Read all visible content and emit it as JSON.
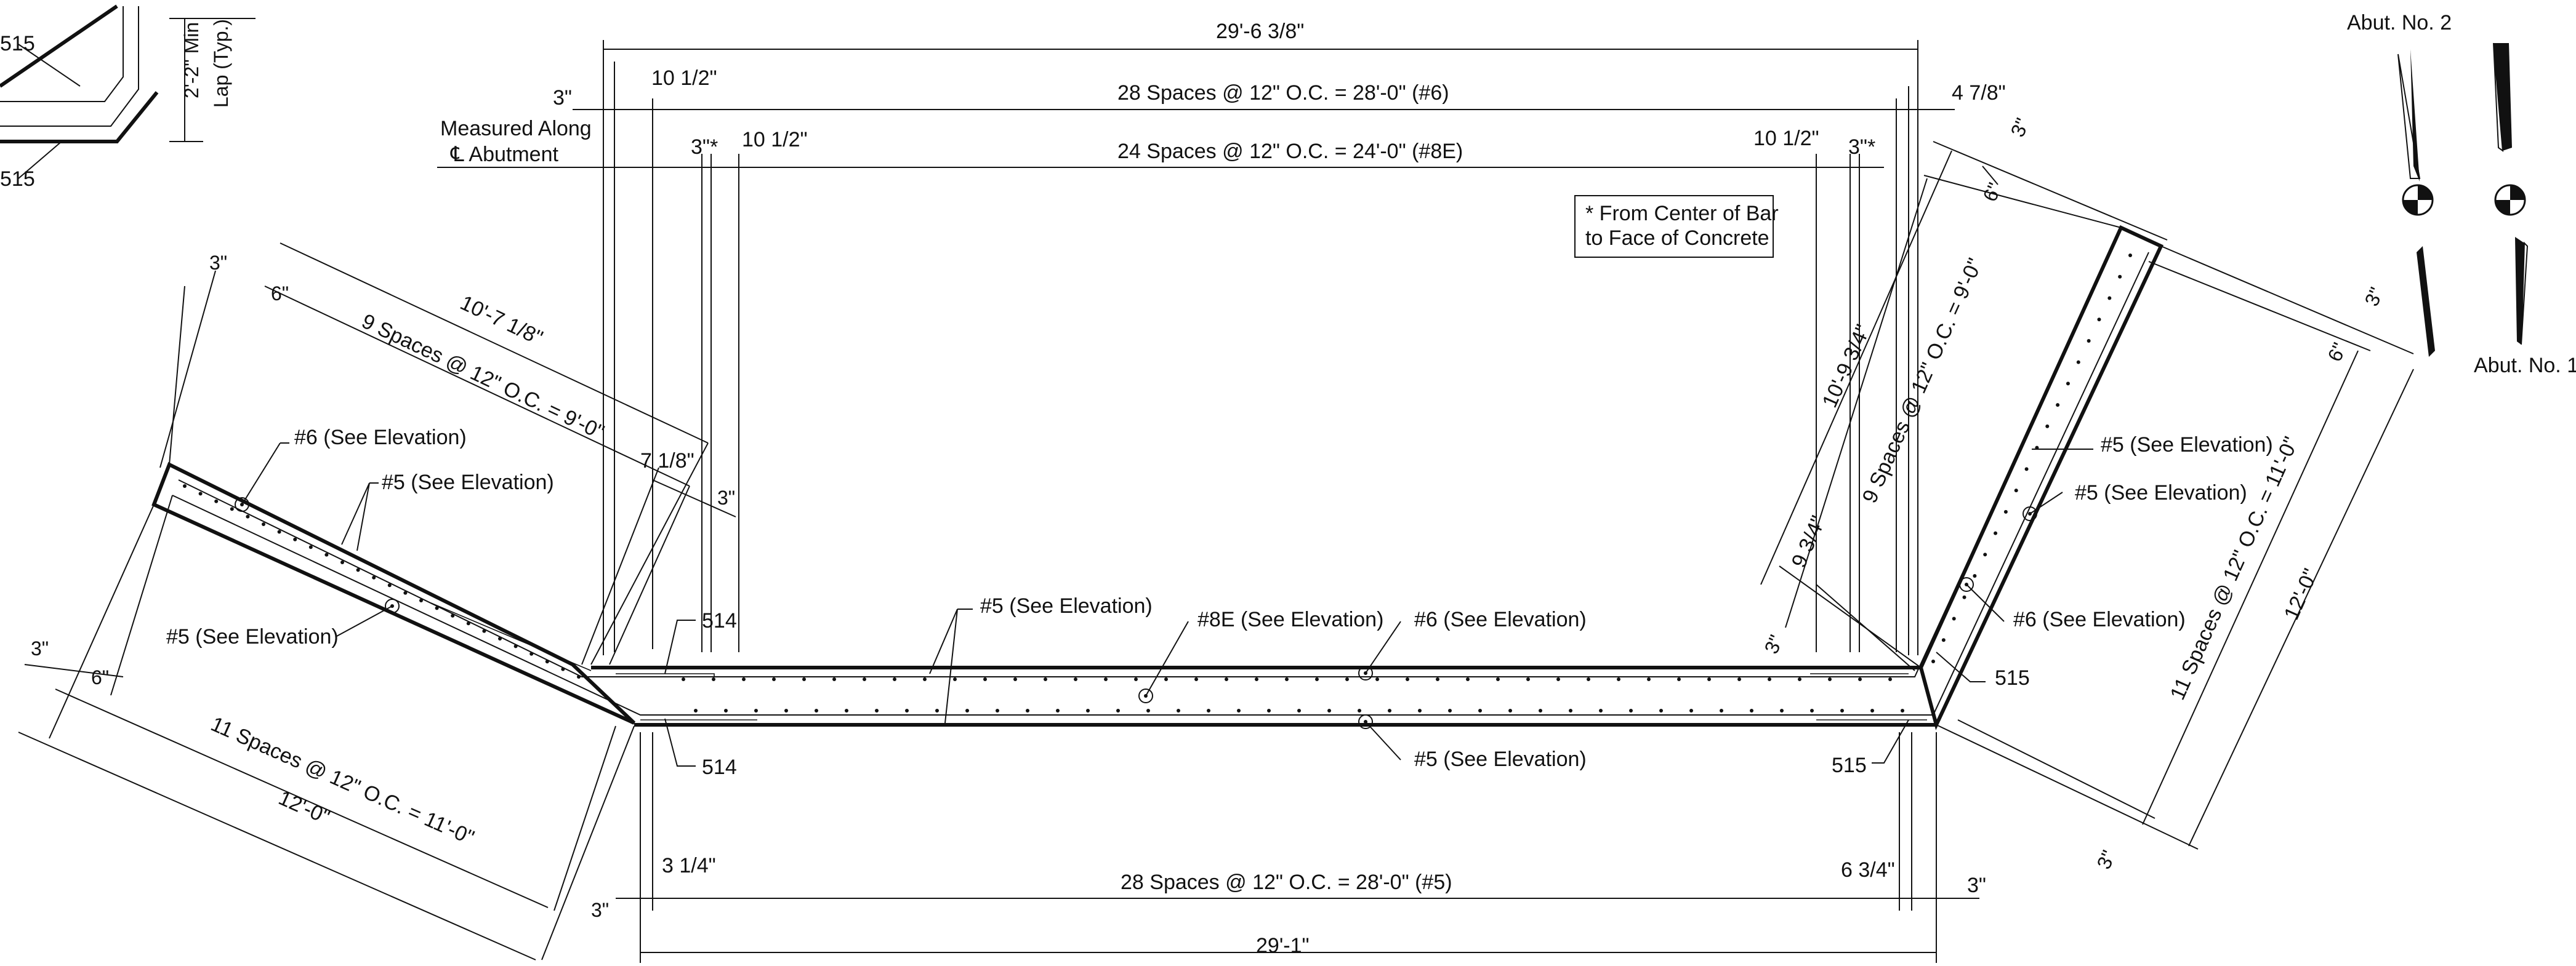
{
  "dimensions": {
    "overall_top": "29'-6 3/8\"",
    "three_top_left": "3\"",
    "ten_half_top": "10 1/2\"",
    "spaces_6": "28 Spaces @ 12\" O.C. = 28'-0\" (#6)",
    "four_7_8": "4 7/8\"",
    "measured_along_1": "Measured Along",
    "measured_along_2": "℄ Abutment",
    "three_star_left": "3\"*",
    "ten_half_left2": "10 1/2\"",
    "spaces_8e": "24 Spaces @ 12\" O.C. = 24'-0\" (#8E)",
    "ten_half_right": "10 1/2\"",
    "three_star_right": "3\"*",
    "three_right_top": "3\"",
    "six_right_top": "6\"",
    "left_three_top": "3\"",
    "left_six_top": "6\"",
    "left_len_top": "10'-7 1/8\"",
    "left_spaces_9": "9 Spaces @ 12\" O.C. = 9'-0\"",
    "left_7_1_8": "7 1/8\"",
    "left_3_mid": "3\"",
    "right_len_top": "10'-9 3/4\"",
    "right_spaces_9": "9 Spaces @ 12\" O.C. = 9'-0\"",
    "right_9_3_4": "9 3/4\"",
    "right_3_low": "3\"",
    "right_3_wing": "3\"",
    "right_6_wing": "6\"",
    "right_spaces_11": "11 Spaces @ 12\" O.C. = 11'-0\"",
    "right_len_12": "12'-0\"",
    "right_3_bottom": "3\"",
    "left_3_bottom_a": "3\"",
    "left_6_bottom": "6\"",
    "left_spaces_11": "11 Spaces @ 12\" O.C. = 11'-0\"",
    "left_len_12": "12'-0\"",
    "left_3_bottom_b": "3\"",
    "three_quarter_left": "3 1/4\"",
    "spaces_5": "28 Spaces @ 12\" O.C. = 28'-0\" (#5)",
    "six_3_4": "6 3/4\"",
    "three_bottom_right": "3\"",
    "overall_bottom": "29'-1\"",
    "lap_1": "2'-2\" Min",
    "lap_2": "Lap (Typ.)"
  },
  "labels": {
    "bar_515_a": "515",
    "bar_515_b": "515",
    "bar_514_top": "514",
    "bar_514_bottom": "514",
    "bar_515_right_top": "515",
    "bar_515_right_bottom": "515",
    "six_left": "#6 (See Elevation)",
    "five_left_top": "#5 (See Elevation)",
    "five_left_low": "#5 (See Elevation)",
    "five_mid": "#5 (See Elevation)",
    "eight_e": "#8E (See Elevation)",
    "six_mid": "#6 (See Elevation)",
    "five_bottom_mid": "#5 (See Elevation)",
    "five_right_a": "#5 (See Elevation)",
    "five_right_b": "#5 (See Elevation)",
    "six_right": "#6 (See Elevation)"
  },
  "note": {
    "line1": "* From Center of Bar",
    "line2": "to Face of Concrete"
  },
  "abutments": {
    "no2": "Abut. No. 2",
    "no1": "Abut. No. 1"
  }
}
